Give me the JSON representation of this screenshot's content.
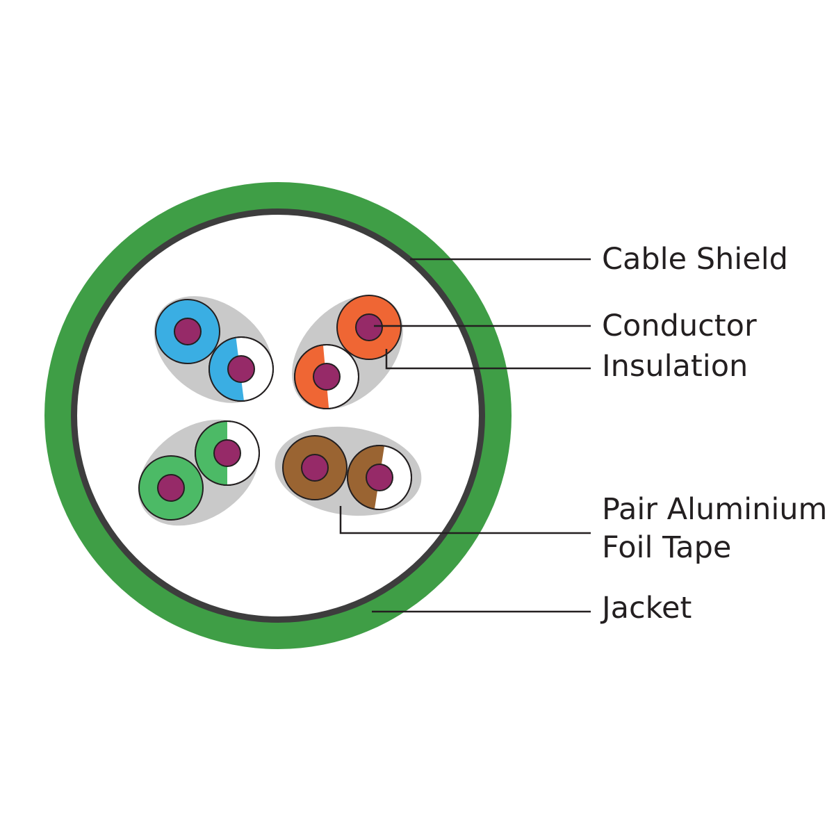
{
  "colors": {
    "jacket": "#3f9e46",
    "shield": "#3d3d3d",
    "foil": "#c9c9c9",
    "conductor": "#962a68",
    "leader": "#231f20",
    "blue": "#3aaee3",
    "orange": "#ef6634",
    "green": "#4cba66",
    "brown": "#9a6432",
    "white": "#ffffff"
  },
  "labels": {
    "cable_shield": "Cable Shield",
    "conductor": "Conductor",
    "insulation": "Insulation",
    "pair_foil_line1": "Pair Aluminium",
    "pair_foil_line2": "Foil Tape",
    "jacket": "Jacket"
  },
  "pairs": [
    {
      "name": "blue",
      "color_key": "blue"
    },
    {
      "name": "orange",
      "color_key": "orange"
    },
    {
      "name": "green",
      "color_key": "green"
    },
    {
      "name": "brown",
      "color_key": "brown"
    }
  ]
}
